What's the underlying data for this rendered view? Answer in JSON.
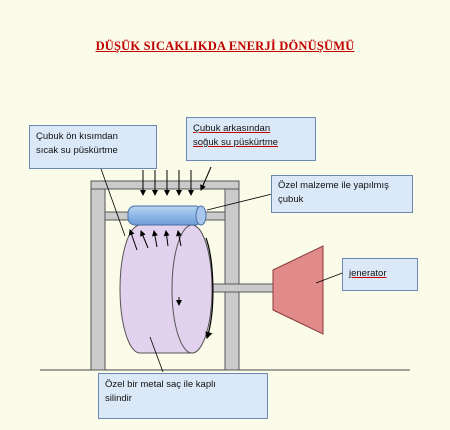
{
  "title": "DÜŞÜK SICAKLIKDA ENERJİ DÖNÜŞÜMÜ",
  "callouts": {
    "front_spray": {
      "line1": "Çubuk ön kısımdan",
      "line2": "sıcak su püskürtme"
    },
    "back_spray": {
      "line1": "Çubuk arkasından",
      "line2": "soğuk su püskürtme"
    },
    "special_rod": {
      "line1": "Özel malzeme ile yapılmış",
      "line2": "çubuk"
    },
    "generator": {
      "label": "jenerator"
    },
    "cylinder": {
      "line1": "Özel bir metal saç ile kaplı",
      "line2": "silindir"
    }
  },
  "colors": {
    "background": "#fbfbe9",
    "title": "#c00000",
    "callout_fill": "#dbe8f7",
    "callout_border": "#6b88b5",
    "frame": "#cbcbcb",
    "rod": "#8fb8e8",
    "cylinder": "#e2d2ee",
    "generator": "#e08a8a"
  }
}
